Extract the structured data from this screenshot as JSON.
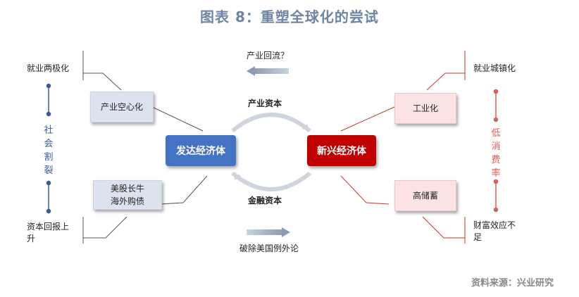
{
  "title": "图表 8：重塑全球化的尝试",
  "arrows": {
    "top_text": "产业回流？",
    "bottom_text": "破除美国例外论"
  },
  "center": {
    "left_box": "发达经济体",
    "right_box": "新兴经济体",
    "flow_top": "产业资本",
    "flow_bottom": "金融资本"
  },
  "left": {
    "top_outer": "就业两极化",
    "top_box": "产业空心化",
    "bottom_box_line1": "美股长牛",
    "bottom_box_line2": "海外购债",
    "bottom_outer_line1": "资本回报上",
    "bottom_outer_line2": "升",
    "vertical_label": "社会割裂"
  },
  "right": {
    "top_outer": "就业城镇化",
    "top_box": "工业化",
    "bottom_box": "高储蓄",
    "bottom_outer_line1": "财富效应不",
    "bottom_outer_line2": "足",
    "vertical_label": "低消费率"
  },
  "colors": {
    "title": "#6e86a3",
    "left_center": "#4472c4",
    "right_center": "#c00000",
    "left_accent": "#3a5a9a",
    "right_accent": "#e05a5a"
  },
  "source": "资料来源：兴业研究"
}
